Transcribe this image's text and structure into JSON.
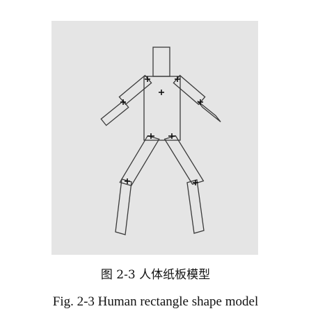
{
  "figure": {
    "background_color": "#e5e5e5",
    "stroke_color": "#3a3a3a",
    "marker_color": "#111111",
    "parts": [
      "head",
      "torso",
      "left-upper-arm",
      "left-forearm",
      "right-upper-arm",
      "right-forearm",
      "left-thigh",
      "left-shin",
      "right-thigh",
      "right-shin"
    ],
    "joint_markers": [
      "torso-center",
      "left-shoulder",
      "right-shoulder",
      "left-elbow",
      "right-elbow",
      "left-hip",
      "right-hip",
      "left-knee",
      "right-knee"
    ]
  },
  "captions": {
    "chinese": "图 2-3  人体纸板模型",
    "english": "Fig. 2-3 Human rectangle shape model"
  }
}
